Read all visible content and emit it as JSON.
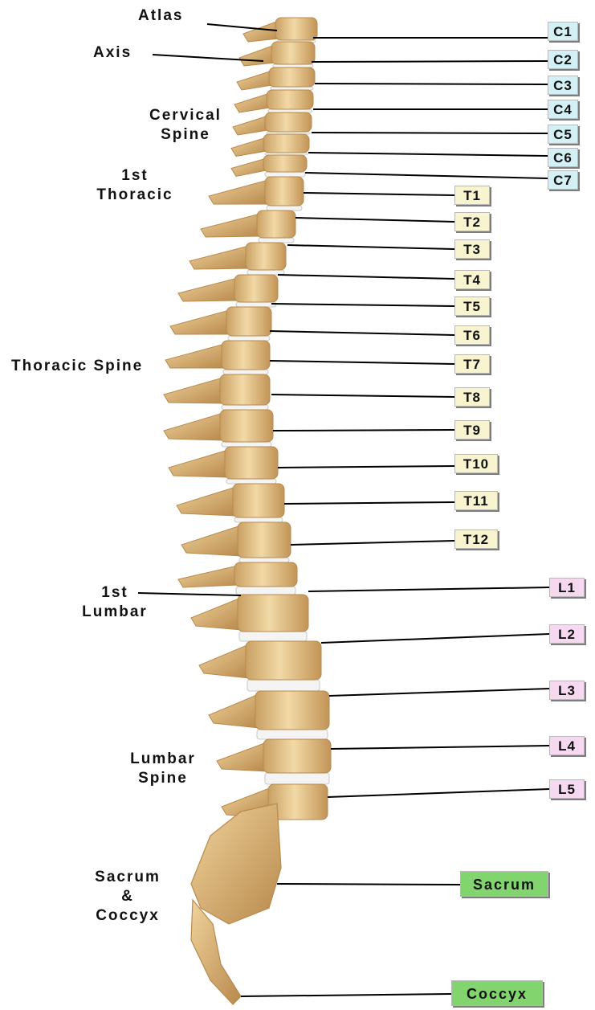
{
  "regions": {
    "atlas": [
      "Atlas"
    ],
    "axis": [
      "Axis"
    ],
    "cervical": [
      "Cervical",
      "Spine"
    ],
    "first_thoracic": [
      "1st",
      "Thoracic"
    ],
    "thoracic": [
      "Thoracic Spine"
    ],
    "first_lumbar": [
      "1st",
      "Lumbar"
    ],
    "lumbar": [
      "Lumbar",
      "Spine"
    ],
    "sacrum_coccyx": [
      "Sacrum",
      "&",
      "Coccyx"
    ]
  },
  "vertebrae": {
    "cervical": [
      "C1",
      "C2",
      "C3",
      "C4",
      "C5",
      "C6",
      "C7"
    ],
    "thoracic": [
      "T1",
      "T2",
      "T3",
      "T4",
      "T5",
      "T6",
      "T7",
      "T8",
      "T9",
      "T10",
      "T11",
      "T12"
    ],
    "lumbar": [
      "L1",
      "L2",
      "L3",
      "L4",
      "L5"
    ],
    "sacral": [
      "Sacrum",
      "Coccyx"
    ]
  },
  "colors": {
    "bone": "#e8c88e",
    "bone_shadow": "#b88a4c",
    "disc": "#f4f4f4",
    "cervical_tag": "#d3f0f5",
    "thoracic_tag": "#f7f4cf",
    "lumbar_tag": "#f6d9f0",
    "sacral_tag": "#82d46e"
  }
}
